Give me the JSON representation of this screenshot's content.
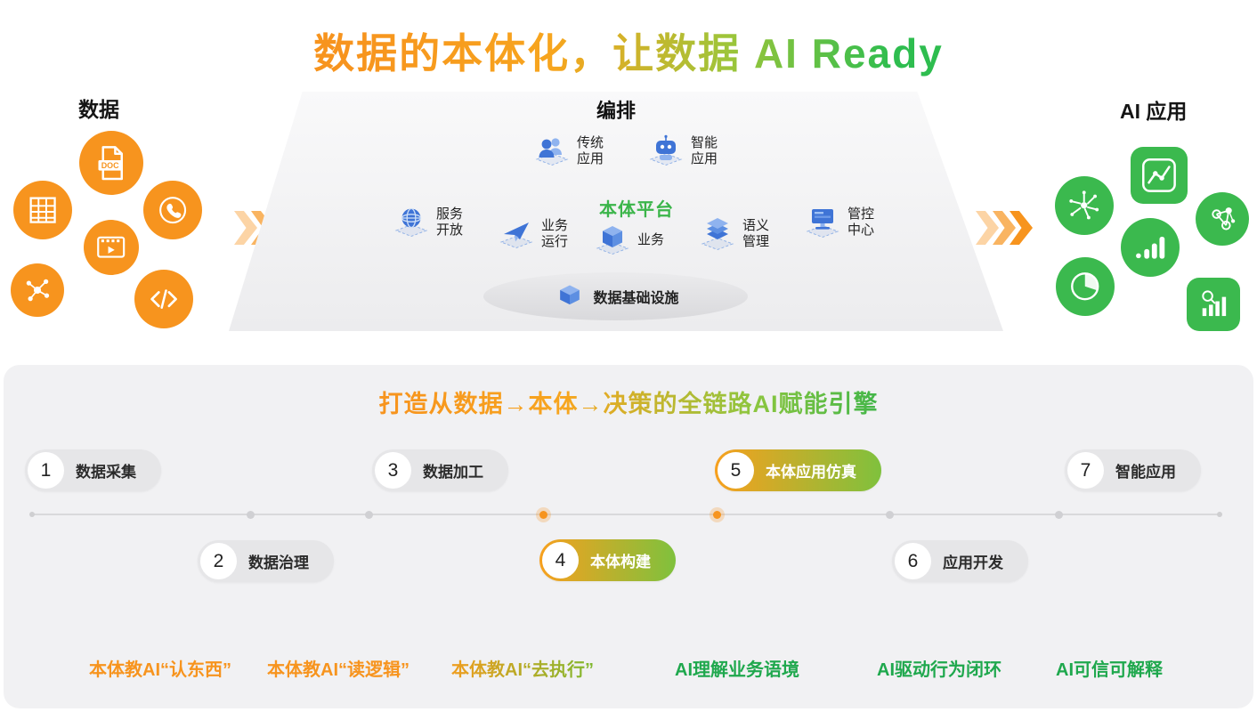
{
  "title": "数据的本体化，让数据 AI Ready",
  "flow": {
    "source": {
      "label": "数据",
      "icons": [
        "doc-file",
        "spreadsheet",
        "phone-call",
        "video-clip",
        "share-network",
        "code"
      ]
    },
    "orchestration": {
      "label": "编排",
      "apps": [
        {
          "line1": "传统",
          "line2": "应用"
        },
        {
          "line1": "智能",
          "line2": "应用"
        }
      ],
      "platform_label": "本体平台",
      "modules": [
        {
          "line1": "服务",
          "line2": "开放"
        },
        {
          "line1": "业务",
          "line2": "运行"
        },
        {
          "line1": "业务",
          "line2": ""
        },
        {
          "line1": "语义",
          "line2": "管理"
        },
        {
          "line1": "管控",
          "line2": "中心"
        }
      ],
      "infrastructure_label": "数据基础设施"
    },
    "target": {
      "label": "AI 应用",
      "icons": [
        "line-chart",
        "ai-burst",
        "graph-nodes",
        "signal-bars",
        "pie-chart",
        "bar-chart-search"
      ]
    }
  },
  "pipeline": {
    "title": "打造从数据→本体→决策的全链路AI赋能引擎",
    "steps": [
      {
        "num": "1",
        "label": "数据采集",
        "highlight": false
      },
      {
        "num": "2",
        "label": "数据治理",
        "highlight": false
      },
      {
        "num": "3",
        "label": "数据加工",
        "highlight": false
      },
      {
        "num": "4",
        "label": "本体构建",
        "highlight": true
      },
      {
        "num": "5",
        "label": "本体应用仿真",
        "highlight": true
      },
      {
        "num": "6",
        "label": "应用开发",
        "highlight": false
      },
      {
        "num": "7",
        "label": "智能应用",
        "highlight": false
      }
    ],
    "captions": [
      {
        "text": "本体教AI“认东西”",
        "color": "#F7941E"
      },
      {
        "text": "本体教AI“读逻辑”",
        "color": "#F7941E"
      },
      {
        "text": "本体教AI“去执行”",
        "color": "gradient-orange-green"
      },
      {
        "text": "AI理解业务语境",
        "color": "#1FA84D"
      },
      {
        "text": "AI驱动行为闭环",
        "color": "#1FA84D"
      },
      {
        "text": "AI可信可解释",
        "color": "#1FA84D"
      }
    ]
  },
  "colors": {
    "orange": "#F7941E",
    "green": "#3BB54A",
    "blue": "#3F74D6",
    "panel_bg": "#F1F1F3",
    "pill_bg": "#E6E6E8",
    "highlight_gradient": [
      "#F7A01E",
      "#7FC13D"
    ]
  }
}
